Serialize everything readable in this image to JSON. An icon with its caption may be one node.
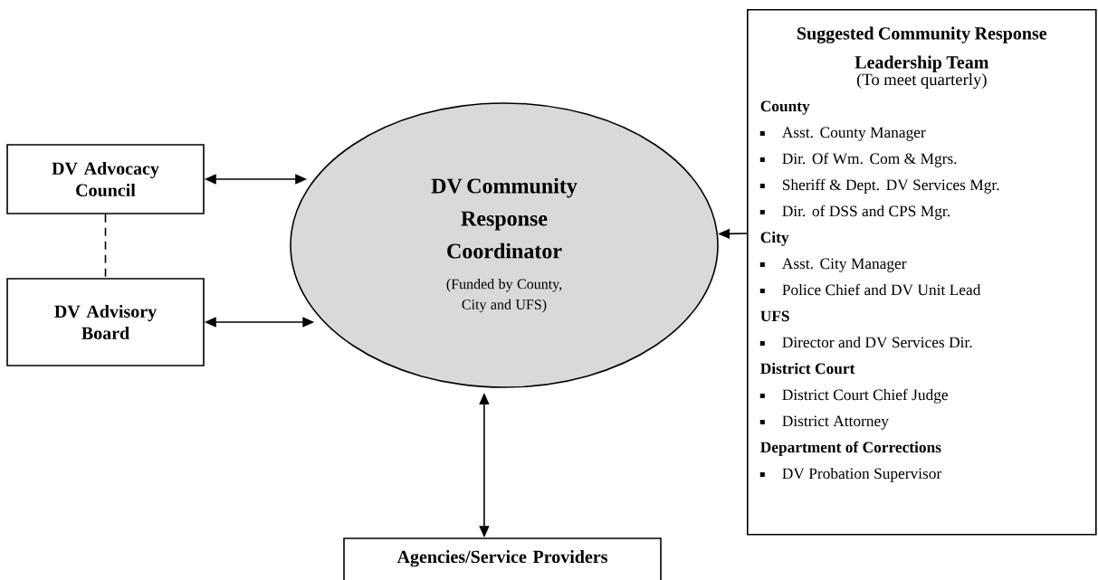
{
  "diagram": {
    "nodes": [
      {
        "text": [
          "DV Advocacy Council"
        ]
      },
      {
        "text": [
          "DV Advisory Board"
        ]
      },
      {
        "text": [
          "DV Community Response Coordinator",
          "(Funded by County, City and UFS)"
        ]
      },
      {
        "text": [
          "Suggested Community Response Leadership Team",
          "(To meet quarterly)",
          "County",
          "Asst. County Manager",
          "Dir. Of Wm. Com & Mgrs.",
          "Sheriff & Dept. DV Services Mgr.",
          "Dir. of DSS and CPS Mgr.",
          "City",
          "Asst. City Manager",
          "Police Chief and DV Unit Lead",
          "UFS",
          "Director and DV Services Dir.",
          "District Court",
          "District Court Chief Judge",
          "District Attorney",
          "Department of Corrections",
          "DV Probation Supervisor"
        ]
      },
      {
        "text": [
          "Agencies/Service Providers"
        ]
      }
    ],
    "edges": [
      {
        "from": 0,
        "to": 1,
        "arrow": "none",
        "style": "dashed"
      },
      {
        "from": 0,
        "to": 2,
        "arrow": "both"
      },
      {
        "from": 1,
        "to": 2,
        "arrow": "both"
      },
      {
        "from": 3,
        "to": 2,
        "arrow": "to"
      },
      {
        "from": 2,
        "to": 4,
        "arrow": "both"
      }
    ]
  }
}
